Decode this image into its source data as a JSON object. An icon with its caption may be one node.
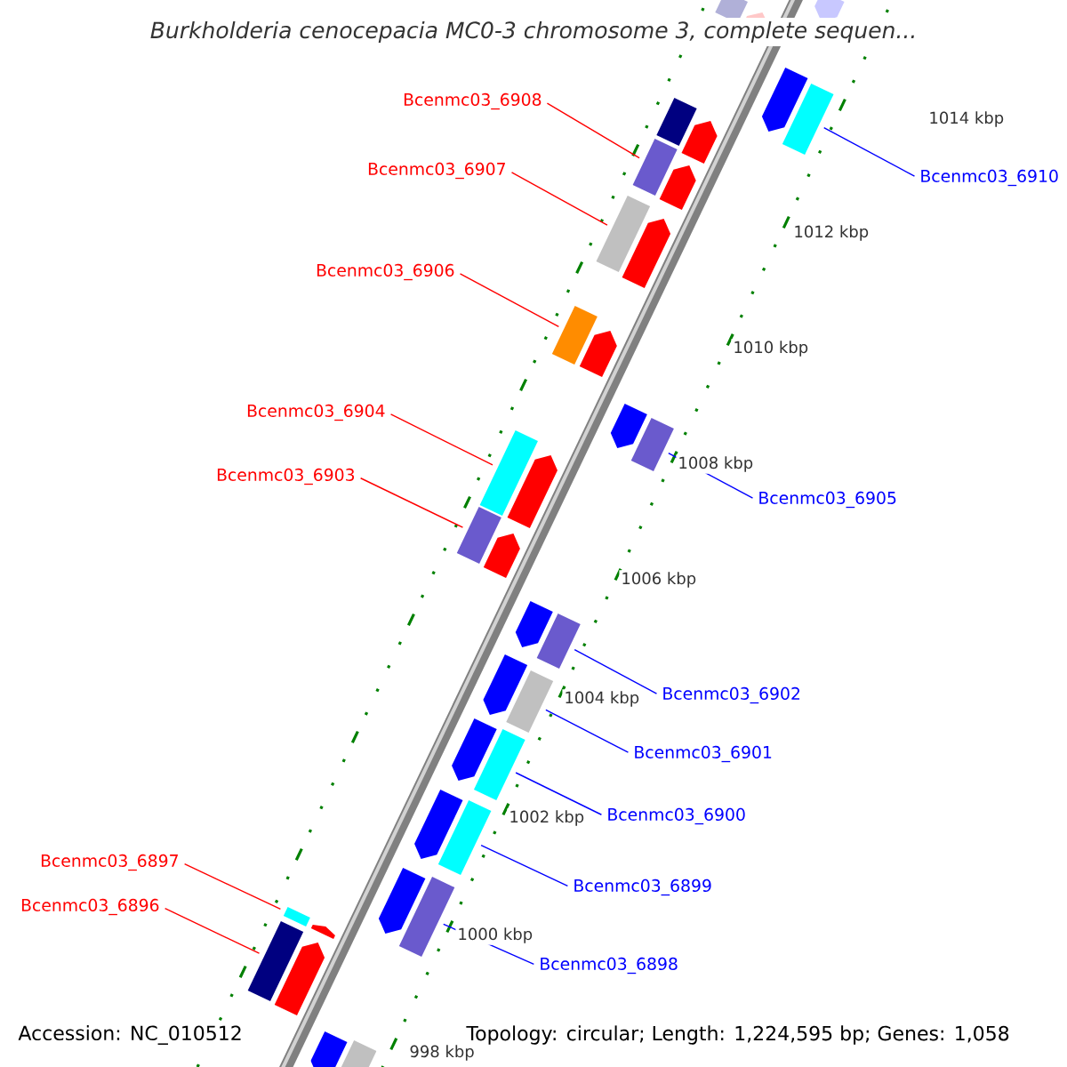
{
  "diagram": {
    "title": "Burkholderia cenocepacia MC0-3 chromosome 3, complete sequen...",
    "nodes": [
      {
        "text": [
          "Bcenmc03_6908"
        ]
      },
      {
        "text": [
          "Bcenmc03_6907"
        ]
      },
      {
        "text": [
          "Bcenmc03_6906"
        ]
      },
      {
        "text": [
          "Bcenmc03_6904"
        ]
      },
      {
        "text": [
          "Bcenmc03_6903"
        ]
      },
      {
        "text": [
          "Bcenmc03_6897"
        ]
      },
      {
        "text": [
          "Bcenmc03_6896"
        ]
      },
      {
        "text": [
          "Bcenmc03_6910"
        ]
      },
      {
        "text": [
          "Bcenmc03_6905"
        ]
      },
      {
        "text": [
          "Bcenmc03_6902"
        ]
      },
      {
        "text": [
          "Bcenmc03_6901"
        ]
      },
      {
        "text": [
          "Bcenmc03_6900"
        ]
      },
      {
        "text": [
          "Bcenmc03_6899"
        ]
      },
      {
        "text": [
          "Bcenmc03_6898"
        ]
      },
      {
        "text": [],
        "shape": "box"
      },
      {
        "text": [],
        "shape": "box"
      },
      {
        "text": [],
        "shape": "box"
      },
      {
        "text": [],
        "shape": "box"
      },
      {
        "text": [],
        "shape": "box"
      },
      {
        "text": [],
        "shape": "box"
      },
      {
        "text": [],
        "shape": "box"
      },
      {
        "text": [],
        "shape": "box"
      },
      {
        "text": [],
        "shape": "box"
      },
      {
        "text": [],
        "shape": "box"
      },
      {
        "text": [],
        "shape": "box"
      },
      {
        "text": [],
        "shape": "box"
      },
      {
        "text": [],
        "shape": "box"
      },
      {
        "text": [],
        "shape": "box"
      }
    ],
    "edges": [
      {
        "from": 0,
        "to": 15,
        "arrow": "none"
      },
      {
        "from": 1,
        "to": 16,
        "arrow": "none"
      },
      {
        "from": 2,
        "to": 17,
        "arrow": "none"
      },
      {
        "from": 3,
        "to": 19,
        "arrow": "none"
      },
      {
        "from": 4,
        "to": 20,
        "arrow": "none"
      },
      {
        "from": 5,
        "to": 26,
        "arrow": "none"
      },
      {
        "from": 6,
        "to": 27,
        "arrow": "none"
      },
      {
        "from": 7,
        "to": 14,
        "arrow": "none",
        "color": "#0000ff"
      },
      {
        "from": 8,
        "to": 18,
        "arrow": "none",
        "color": "#0000ff"
      },
      {
        "from": 9,
        "to": 21,
        "arrow": "none",
        "color": "#0000ff"
      },
      {
        "from": 10,
        "to": 22,
        "arrow": "none",
        "color": "#0000ff"
      },
      {
        "from": 11,
        "to": 23,
        "arrow": "none",
        "color": "#0000ff"
      },
      {
        "from": 12,
        "to": 24,
        "arrow": "none",
        "color": "#0000ff"
      },
      {
        "from": 13,
        "to": 25,
        "arrow": "none",
        "color": "#0000ff"
      }
    ],
    "labels": [
      "1014 kbp",
      "1012 kbp",
      "1010 kbp",
      "1008 kbp",
      "1006 kbp",
      "1004 kbp",
      "1002 kbp",
      "1000 kbp",
      "998 kbp",
      "Accession: NC_010512",
      "Topology: circular; Length: 1,224,595 bp; Genes: 1,058"
    ]
  }
}
